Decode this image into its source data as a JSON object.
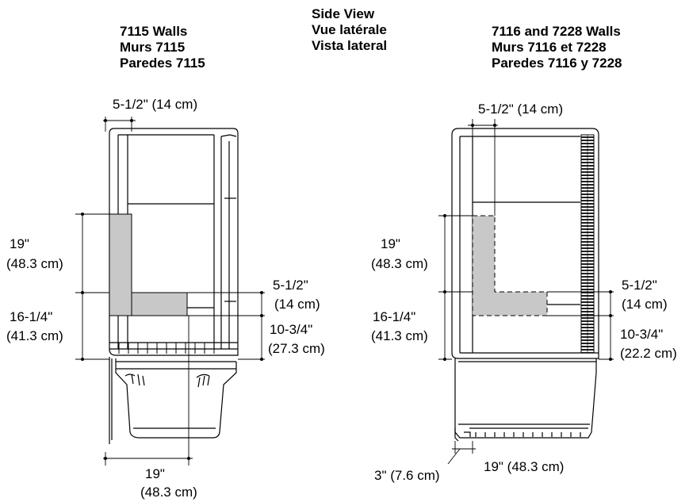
{
  "center_title": [
    "Side View",
    "Vue latérale",
    "Vista lateral"
  ],
  "left_title": [
    "7115 Walls",
    "Murs 7115",
    "Paredes 7115"
  ],
  "right_title": [
    "7116 and 7228 Walls",
    "Murs 7116 et 7228",
    "Paredes 7116 y 7228"
  ],
  "left_diagram": {
    "top_width": "5-1/2\" (14 cm)",
    "upper_height_in": "19\"",
    "upper_height_cm": "(48.3 cm)",
    "lower_height_in": "16-1/4\"",
    "lower_height_cm": "(41.3 cm)",
    "shelf_thickness_in": "5-1/2\"",
    "shelf_thickness_cm": "(14 cm)",
    "shelf_height_in": "10-3/4\"",
    "shelf_height_cm": "(27.3 cm)",
    "bottom_width_in": "19\"",
    "bottom_width_cm": "(48.3 cm)"
  },
  "right_diagram": {
    "top_width": "5-1/2\" (14 cm)",
    "upper_height_in": "19\"",
    "upper_height_cm": "(48.3 cm)",
    "lower_height_in": "16-1/4\"",
    "lower_height_cm": "(41.3 cm)",
    "shelf_thickness_in": "5-1/2\"",
    "shelf_thickness_cm": "(14 cm)",
    "shelf_height_in": "10-3/4\"",
    "shelf_height_cm": "(22.2 cm)",
    "offset": "3\" (7.6 cm)",
    "bottom_width": "19\" (48.3 cm)"
  },
  "colors": {
    "wall_fill": "#c8c8c8",
    "line": "#000000"
  }
}
